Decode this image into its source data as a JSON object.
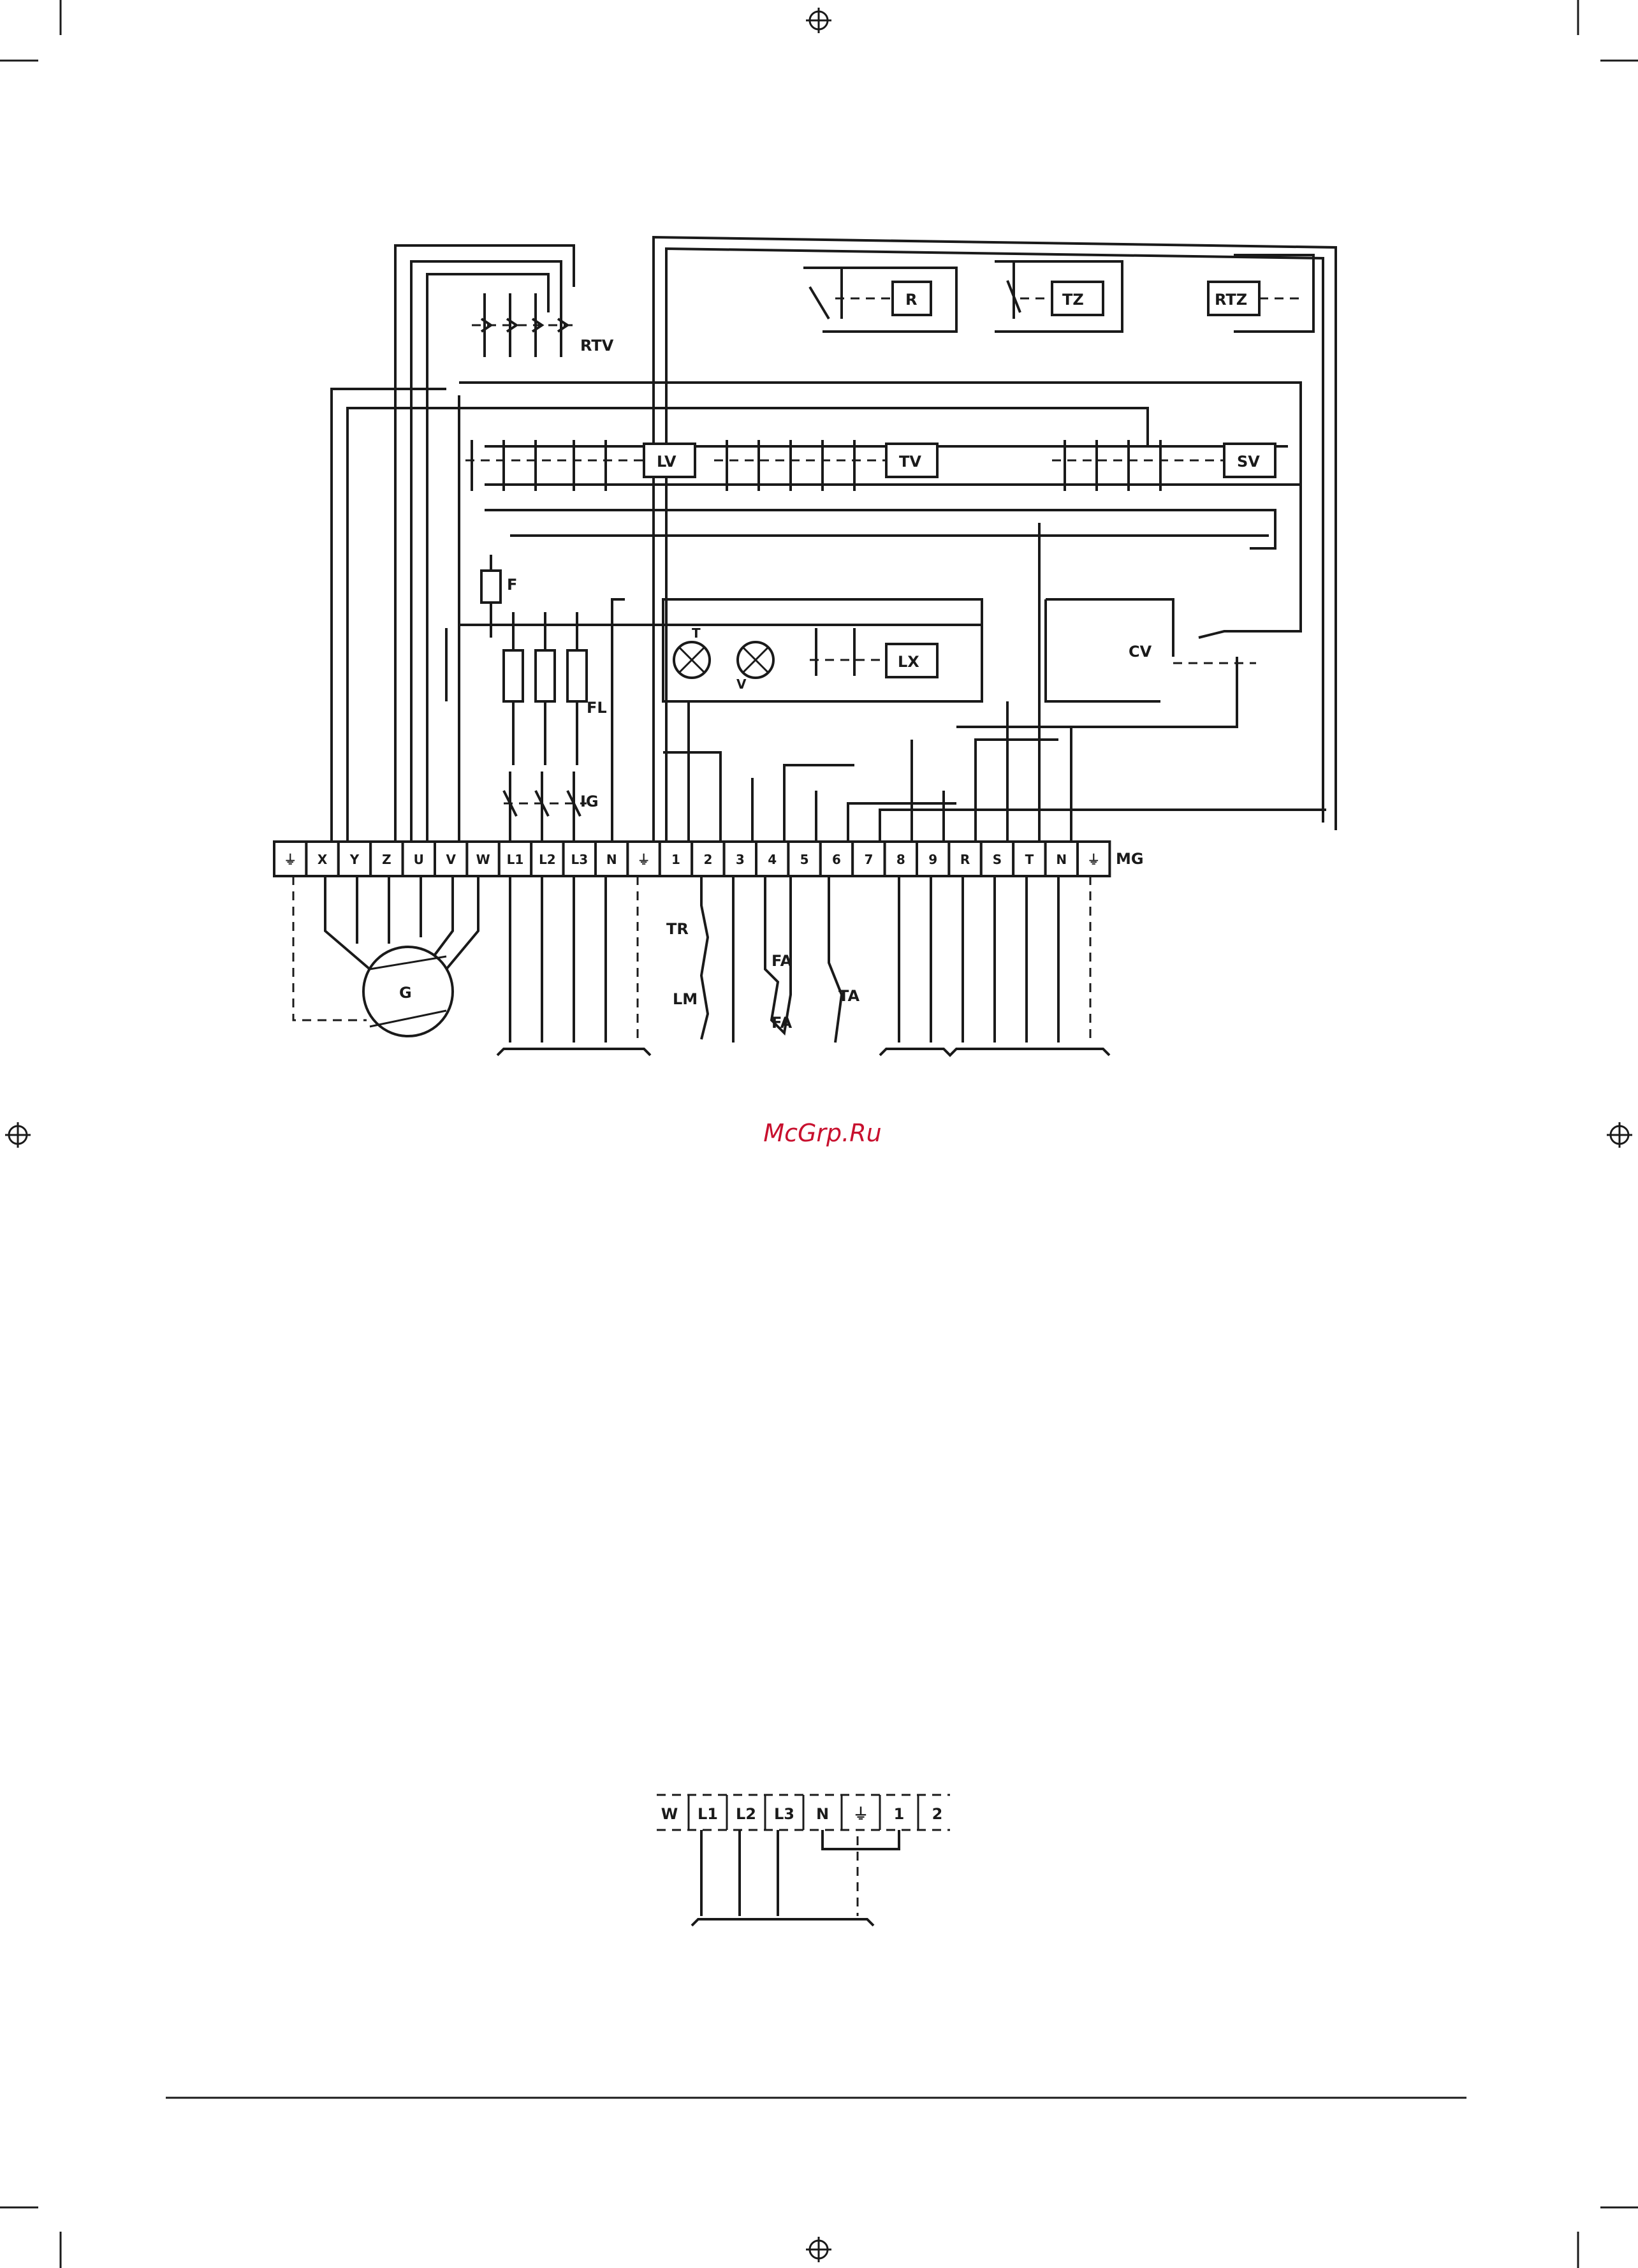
{
  "watermark": "McGrp.Ru",
  "components": {
    "rtv": "RTV",
    "r": "R",
    "tz": "TZ",
    "rtz": "RTZ",
    "lv": "LV",
    "tv": "TV",
    "sv": "SV",
    "lx": "LX",
    "f": "F",
    "fl": "FL",
    "ig": "IG",
    "cv": "CV",
    "lamp_t": "T",
    "lamp_v": "V",
    "motor": "G",
    "tr": "TR",
    "lm": "LM",
    "fa1": "FA",
    "fa2": "FA",
    "ta": "TA",
    "mg": "MG"
  },
  "terminal_strip": [
    "⏚",
    "X",
    "Y",
    "Z",
    "U",
    "V",
    "W",
    "L1",
    "L2",
    "L3",
    "N",
    "⏚",
    "1",
    "2",
    "3",
    "4",
    "5",
    "6",
    "7",
    "8",
    "9",
    "R",
    "S",
    "T",
    "N",
    "⏚"
  ],
  "small_strip": [
    "W",
    "L1",
    "L2",
    "L3",
    "N",
    "⏚",
    "1",
    "2"
  ]
}
